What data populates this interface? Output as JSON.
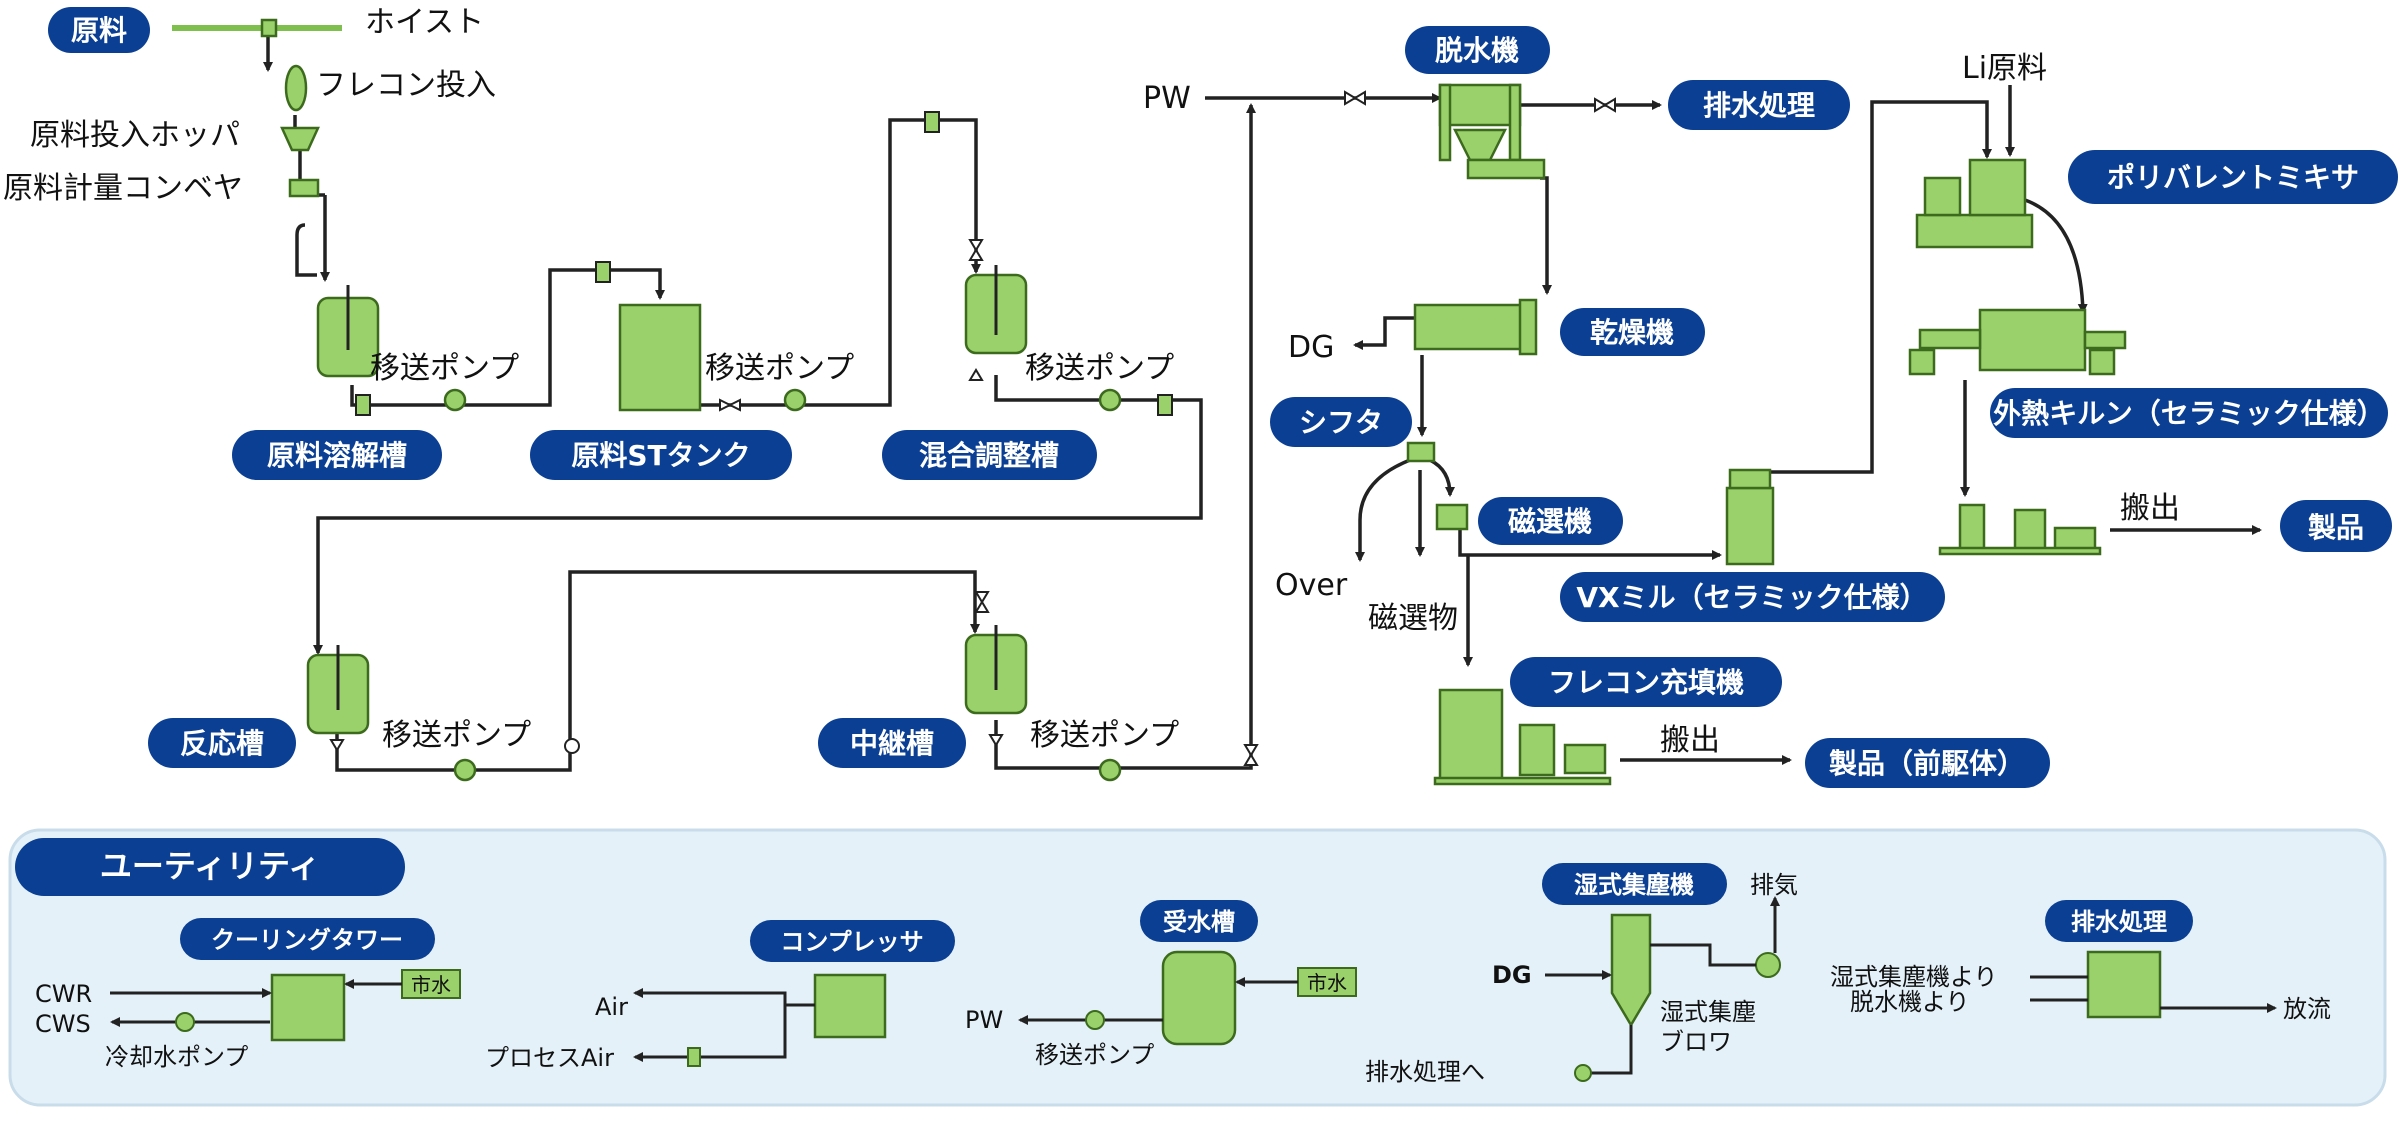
{
  "colors": {
    "badge_fill": "#0b3f93",
    "badge_text": "#ffffff",
    "equipment_fill": "#9ad16a",
    "equipment_stroke": "#3c6b1e",
    "line": "#222222",
    "utility_panel_bg": "#e4f1f9"
  },
  "badges": {
    "raw_material": "原料",
    "dissolving_tank": "原料溶解槽",
    "raw_st_tank": "原料STタンク",
    "mixing_tank": "混合調整槽",
    "reactor": "反応槽",
    "relay_tank": "中継槽",
    "dehydrator": "脱水機",
    "wastewater": "排水処理",
    "dryer": "乾燥機",
    "sifter": "シフタ",
    "magnetic_separator": "磁選機",
    "flecon_filler": "フレコン充填機",
    "product_precursor": "製品（前駆体）",
    "vx_mill": "VXミル（セラミック仕様）",
    "polyvalent_mixer": "ポリバレントミキサ",
    "kiln": "外熱キルン（セラミック仕様）",
    "product": "製品"
  },
  "labels": {
    "hoist": "ホイスト",
    "flecon_input": "フレコン投入",
    "raw_hopper": "原料投入ホッパ",
    "raw_conveyor": "原料計量コンベヤ",
    "transfer_pump_1": "移送ポンプ",
    "transfer_pump_2": "移送ポンプ",
    "transfer_pump_3": "移送ポンプ",
    "transfer_pump_4": "移送ポンプ",
    "transfer_pump_5": "移送ポンプ",
    "pw": "PW",
    "dg": "DG",
    "over": "Over",
    "magnetic_matter": "磁選物",
    "li_raw": "Li原料",
    "ship_out_1": "搬出",
    "ship_out_2": "搬出"
  },
  "utility": {
    "title": "ユーティリティ",
    "cooling_tower": {
      "badge": "クーリングタワー",
      "cwr": "CWR",
      "cws": "CWS",
      "pump": "冷却水ポンプ",
      "city_water": "市水"
    },
    "compressor": {
      "badge": "コンプレッサ",
      "air": "Air",
      "process_air": "プロセスAir"
    },
    "water_tank": {
      "badge": "受水槽",
      "pw": "PW",
      "pump": "移送ポンプ",
      "city_water": "市水"
    },
    "wet_collector": {
      "badge": "湿式集塵機",
      "dg": "DG",
      "exhaust": "排気",
      "blower_line1": "湿式集塵",
      "blower_line2": "ブロワ",
      "to_wastewater": "排水処理へ"
    },
    "wastewater": {
      "badge": "排水処理",
      "from_collector": "湿式集塵機より",
      "from_dehydrator": "脱水機より",
      "discharge": "放流"
    }
  }
}
